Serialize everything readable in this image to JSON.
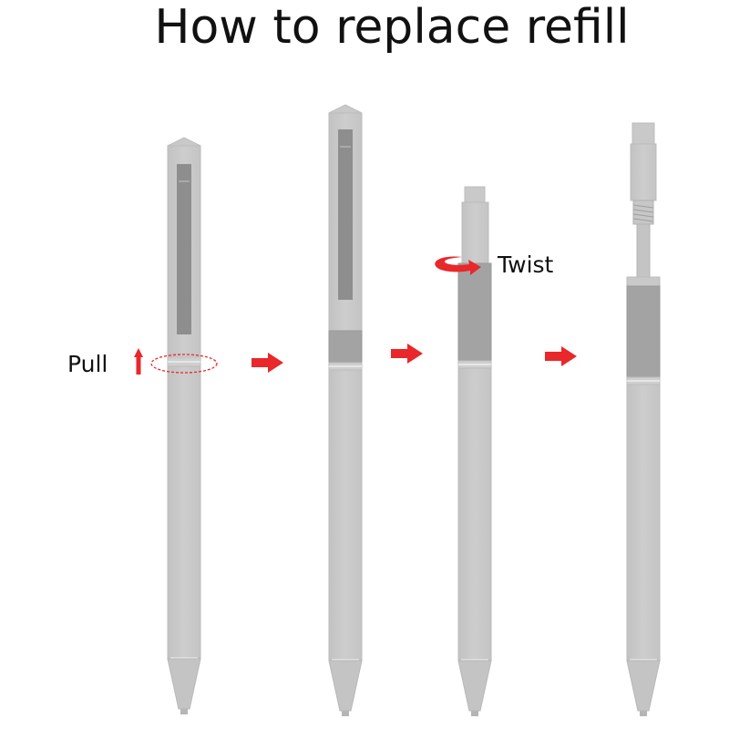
{
  "title": "How to replace refill",
  "steps": {
    "pull_label": "Pull",
    "twist_label": "Twist"
  },
  "colors": {
    "pen_body": "#c9c9c9",
    "pen_outline": "#bcbcbc",
    "pen_dark": "#9f9f9f",
    "clip_window": "#8e8e8e",
    "arrow": "#e8282a",
    "ring_guide": "#e8282a"
  },
  "icons": [
    "up-arrow-icon",
    "right-arrow-icon",
    "twist-arrow-icon"
  ]
}
